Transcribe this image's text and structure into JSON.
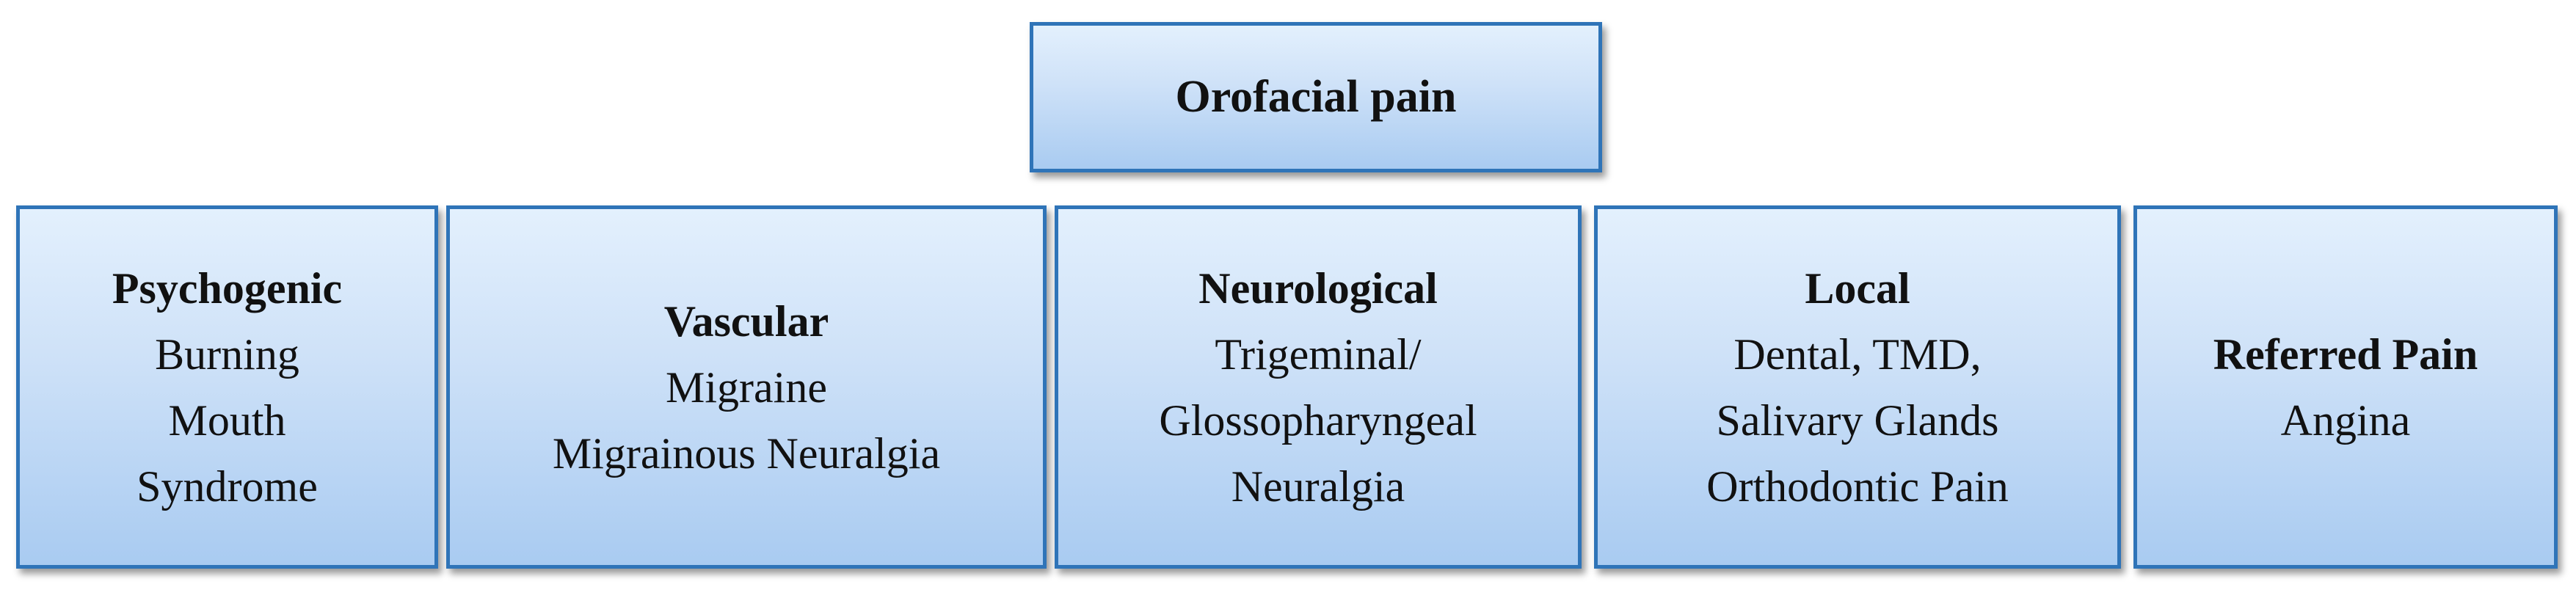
{
  "root": {
    "title": "Orofacial pain"
  },
  "categories": [
    {
      "title": "Psychogenic",
      "lines": [
        "Burning",
        "Mouth",
        "Syndrome"
      ]
    },
    {
      "title": "Vascular",
      "lines": [
        "Migraine",
        "Migrainous Neuralgia"
      ]
    },
    {
      "title": "Neurological",
      "lines": [
        "Trigeminal/",
        "Glossopharyngeal",
        "Neuralgia"
      ]
    },
    {
      "title": "Local",
      "lines": [
        "Dental, TMD,",
        "Salivary Glands",
        "Orthodontic Pain"
      ]
    },
    {
      "title": "Referred Pain",
      "lines": [
        "Angina"
      ]
    }
  ],
  "colors": {
    "border": "#2f74b8",
    "fill_top": "#e3f0fd",
    "fill_bottom": "#a9cbf1",
    "text": "#111111"
  }
}
